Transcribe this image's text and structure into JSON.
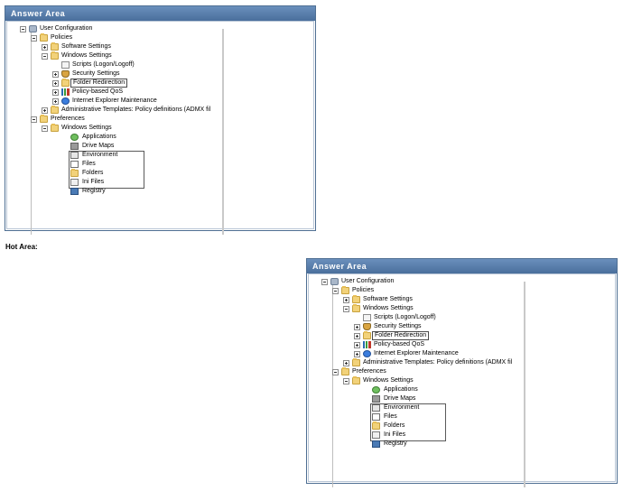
{
  "hot_area_label": "Hot Area:",
  "panels": [
    {
      "header": "Answer Area",
      "tree": {
        "user_configuration": "User Configuration",
        "policies": "Policies",
        "software_settings": "Software Settings",
        "windows_settings": "Windows Settings",
        "scripts": "Scripts (Logon/Logoff)",
        "security_settings": "Security Settings",
        "folder_redirection": "Folder Redirection",
        "policy_based_qos": "Policy-based QoS",
        "ie_maintenance": "Internet Explorer Maintenance",
        "admin_templates": "Administrative Templates: Policy definitions (ADMX fil",
        "preferences": "Preferences",
        "pref_windows_settings": "Windows Settings",
        "applications": "Applications",
        "drive_maps": "Drive Maps",
        "environment": "Environment",
        "files": "Files",
        "folders": "Folders",
        "ini_files": "Ini Files",
        "registry": "Registry"
      }
    },
    {
      "header": "Answer Area",
      "tree": {
        "user_configuration": "User Configuration",
        "policies": "Policies",
        "software_settings": "Software Settings",
        "windows_settings": "Windows Settings",
        "scripts": "Scripts (Logon/Logoff)",
        "security_settings": "Security Settings",
        "folder_redirection": "Folder Redirection",
        "policy_based_qos": "Policy-based QoS",
        "ie_maintenance": "Internet Explorer Maintenance",
        "admin_templates": "Administrative Templates: Policy definitions (ADMX fil",
        "preferences": "Preferences",
        "pref_windows_settings": "Windows Settings",
        "applications": "Applications",
        "drive_maps": "Drive Maps",
        "environment": "Environment",
        "files": "Files",
        "folders": "Folders",
        "ini_files": "Ini Files",
        "registry": "Registry"
      }
    }
  ]
}
